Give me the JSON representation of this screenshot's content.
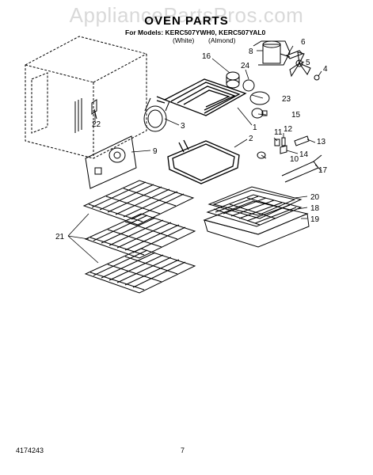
{
  "watermark": "AppliancePartsPros.com",
  "title": "OVEN PARTS",
  "models_line": "For Models: KERC507YWH0, KERC507YAL0",
  "color_white": "(White)",
  "color_almond": "(Almond)",
  "footer_id": "4174243",
  "footer_page": "7",
  "callouts": [
    "1",
    "2",
    "3",
    "4",
    "5",
    "6",
    "8",
    "9",
    "10",
    "11",
    "12",
    "13",
    "14",
    "15",
    "16",
    "17",
    "18",
    "19",
    "20",
    "21",
    "22",
    "23",
    "24"
  ]
}
